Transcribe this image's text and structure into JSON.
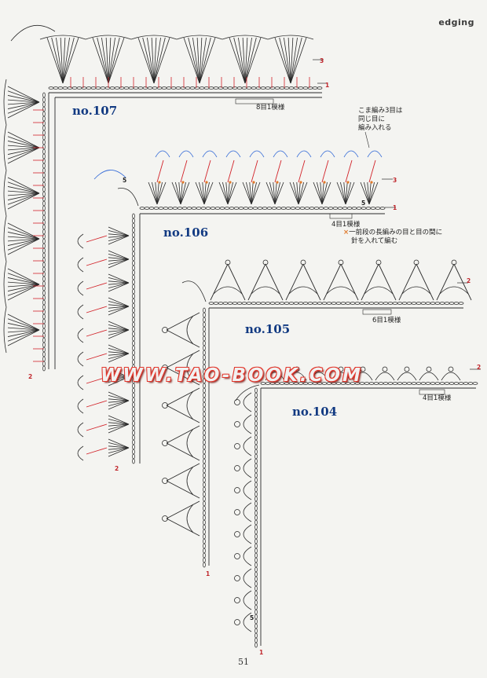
{
  "page": {
    "section_label": "edging",
    "page_number": "51",
    "watermark": "WWW.TAO-BOOK.COM"
  },
  "patterns": [
    {
      "id": "no107",
      "title": "no.107",
      "repeat_label": "8目1模様",
      "row_labels": [
        "3",
        "1",
        "2"
      ]
    },
    {
      "id": "no106",
      "title": "no.106",
      "repeat_label": "4目1模様",
      "row_labels": [
        "3",
        "1",
        "5",
        "5",
        "2"
      ],
      "note_top": [
        "こま編み3目は",
        "同じ目に",
        "編み入れる"
      ],
      "note_marker": "×",
      "note_bottom": [
        "一前段の長編みの目と目の間に",
        "針を入れて編む"
      ]
    },
    {
      "id": "no105",
      "title": "no.105",
      "repeat_label": "6目1模様",
      "row_labels": [
        "2",
        "1"
      ]
    },
    {
      "id": "no104",
      "title": "no.104",
      "repeat_label": "4目1模様",
      "row_labels": [
        "2",
        "1",
        "5"
      ]
    }
  ],
  "colors": {
    "stitch": "#2a2a2a",
    "accent_red": "#d2232a",
    "accent_blue": "#3a6fd8",
    "accent_orange": "#e0792a",
    "title_blue": "#123a82"
  }
}
